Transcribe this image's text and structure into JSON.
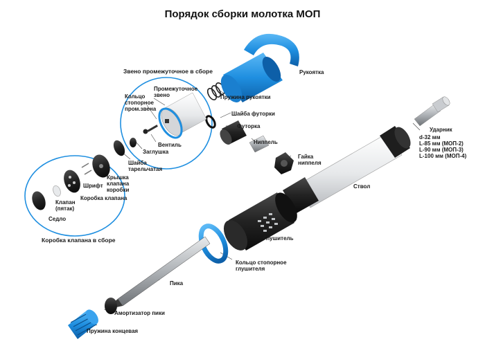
{
  "title": "Порядок сборки молотка МОП",
  "groups": {
    "intermediate_assembly": "Звено промежуточное в сборе",
    "valve_box_assembly": "Коробка клапана в сборе"
  },
  "parts": {
    "handle": "Рукоятка",
    "intermediate_link": "Промежуточное\nзвено",
    "retaining_ring_link": "Кольцо\nстопорное\nпром.звена",
    "handle_spring": "Пружина рукоятки",
    "fitting_washer": "Шайба футорки",
    "fitting": "Футорка",
    "valve_stem": "Вентиль",
    "plug": "Заглушка",
    "nipple": "Ниппель",
    "nipple_nut": "Гайка\nниппеля",
    "plate_washer": "Шайба\nтарельчатая",
    "valve_box_cover": "Крышка\nклапана\nкоробки",
    "pin": "Шрифт",
    "valve_box": "Коробка клапана",
    "valve_heel": "Клапан\n(пятак)",
    "seat": "Седло",
    "striker": "Ударник",
    "striker_specs": "d-32 мм\nL-85 мм (МОП-2)\nL-90 мм (МОП-3)\nL-100 мм (МОП-4)",
    "barrel": "Ствол",
    "silencer": "Глушитель",
    "silencer_ring": "Кольцо стопорное\nглушителя",
    "pick": "Пика",
    "pick_damper": "Амортизатор пики",
    "end_spring": "Пружина концевая"
  },
  "colors": {
    "accent_blue": "#1f8fe0",
    "dark_body": "#1e1e1e",
    "steel": "#b9bcc0",
    "barrel_white": "#eceef0"
  }
}
